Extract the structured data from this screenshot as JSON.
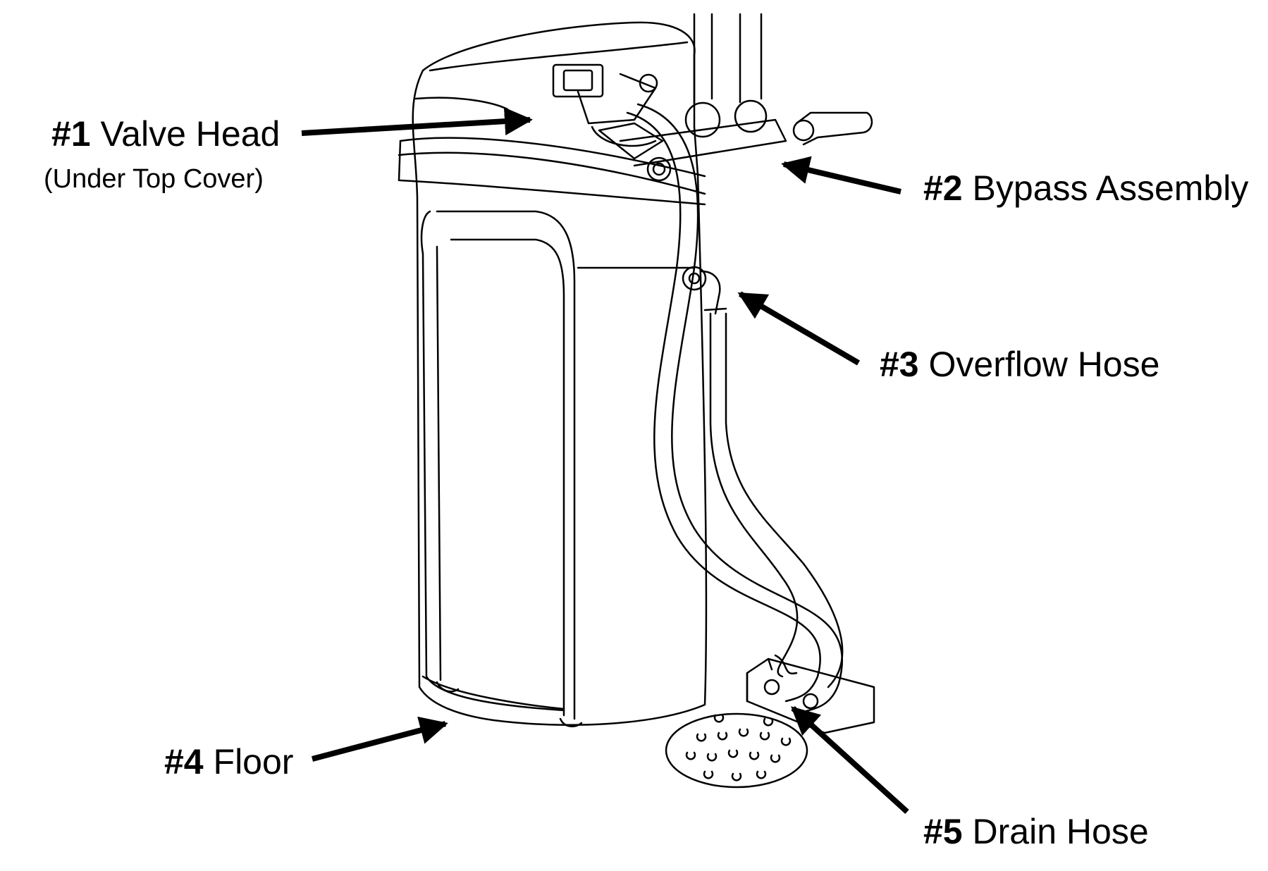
{
  "callouts": [
    {
      "num": "#1",
      "text": "Valve Head",
      "note": "(Under Top Cover)"
    },
    {
      "num": "#2",
      "text": "Bypass Assembly"
    },
    {
      "num": "#3",
      "text": "Overflow Hose"
    },
    {
      "num": "#4",
      "text": "Floor"
    },
    {
      "num": "#5",
      "text": "Drain Hose"
    }
  ],
  "colors": {
    "line": "#000000",
    "background": "#ffffff"
  }
}
